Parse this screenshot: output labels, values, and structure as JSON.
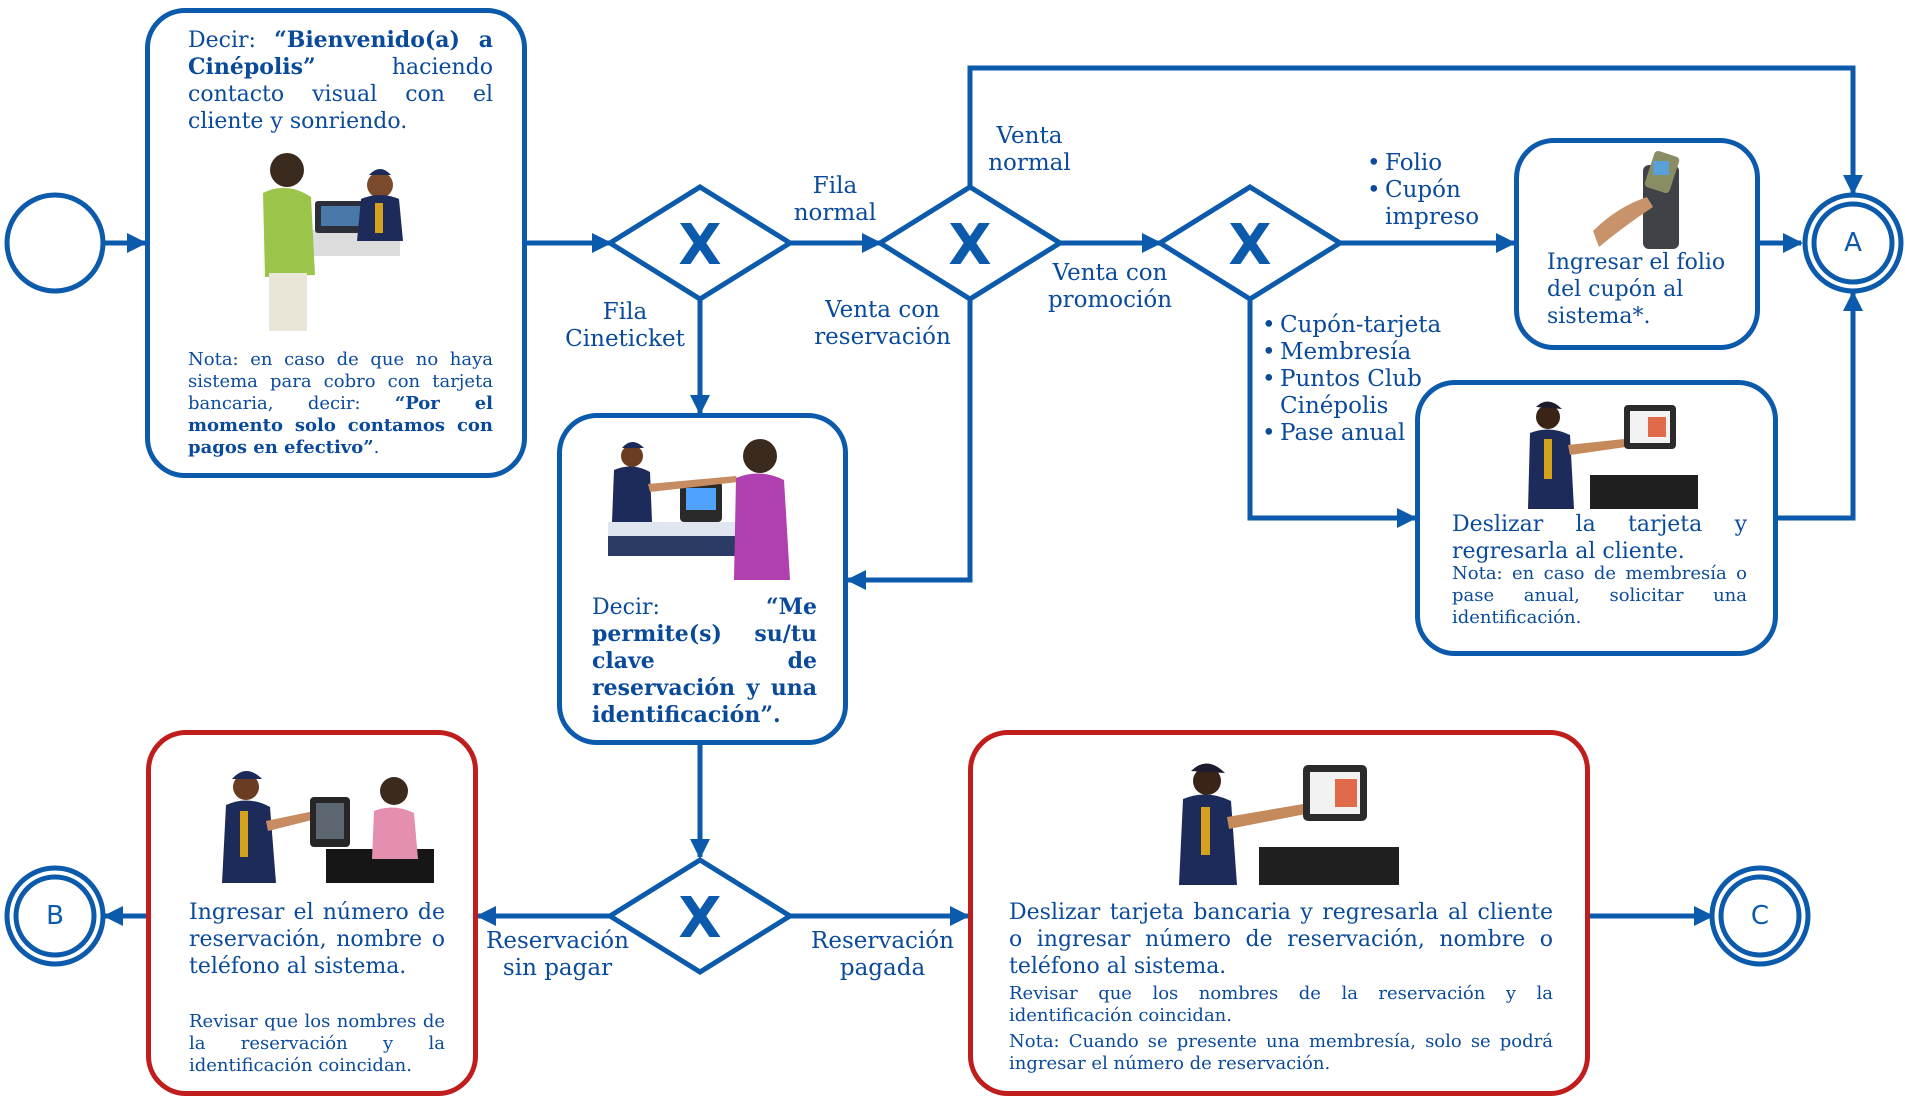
{
  "welcome": {
    "say_prefix": "Decir: ",
    "say_quote": "“Bienvenido(a) a Cinépolis”",
    "say_rest": " haciendo contacto visual con el cliente y sonriendo.",
    "note_prefix": "Nota: en caso de que no haya sistema para cobro con tarjeta bancaria, decir: ",
    "note_quote": "“Por el momento solo contamos con pagos en efectivo”",
    "note_end": "."
  },
  "gateway_symbol": "X",
  "labels": {
    "fila_normal": [
      "Fila",
      "normal"
    ],
    "fila_cineticket": [
      "Fila",
      "Cineticket"
    ],
    "venta_normal": [
      "Venta",
      "normal"
    ],
    "venta_reservacion": [
      "Venta con",
      "reservación"
    ],
    "venta_promocion": [
      "Venta con",
      "promoción"
    ],
    "reservacion_sin_pagar": [
      "Reservación",
      "sin pagar"
    ],
    "reservacion_pagada": [
      "Reservación",
      "pagada"
    ]
  },
  "list_folio": [
    "Folio",
    "Cupón",
    "impreso"
  ],
  "list_cards": [
    "Cupón-tarjeta",
    "Membresía",
    "Puntos Club",
    "Cinépolis",
    "Pase anual"
  ],
  "folio_box": {
    "text": "Ingresar el folio del cupón al sistema*."
  },
  "slide_box": {
    "text": "Deslizar la tarjeta y regresarla al cliente.",
    "note": "Nota: en caso de membresía o pase anual, solicitar una identificación."
  },
  "reservation_box": {
    "say_prefix": "Decir: ",
    "say_quote": "“Me permite(s) su/tu clave de reservación y una identificación”."
  },
  "unpaid_box": {
    "text": "Ingresar el número de reservación, nombre o teléfono al sistema.",
    "note": "Revisar que los nombres de la reservación y la identificación coincidan."
  },
  "paid_box": {
    "text": "Deslizar tarjeta bancaria y regresarla al cliente o ingresar número de reservación, nombre o teléfono al sistema.",
    "note1": "Revisar que los nombres de la reservación y la identificación coincidan.",
    "note2": "Nota: Cuando se presente una membresía, solo se podrá ingresar el número de reservación."
  },
  "connectors": {
    "a": "A",
    "b": "B",
    "c": "C"
  },
  "colors": {
    "blue": "#0b5aab",
    "red": "#c01d1d",
    "text": "#0a4a9b"
  }
}
